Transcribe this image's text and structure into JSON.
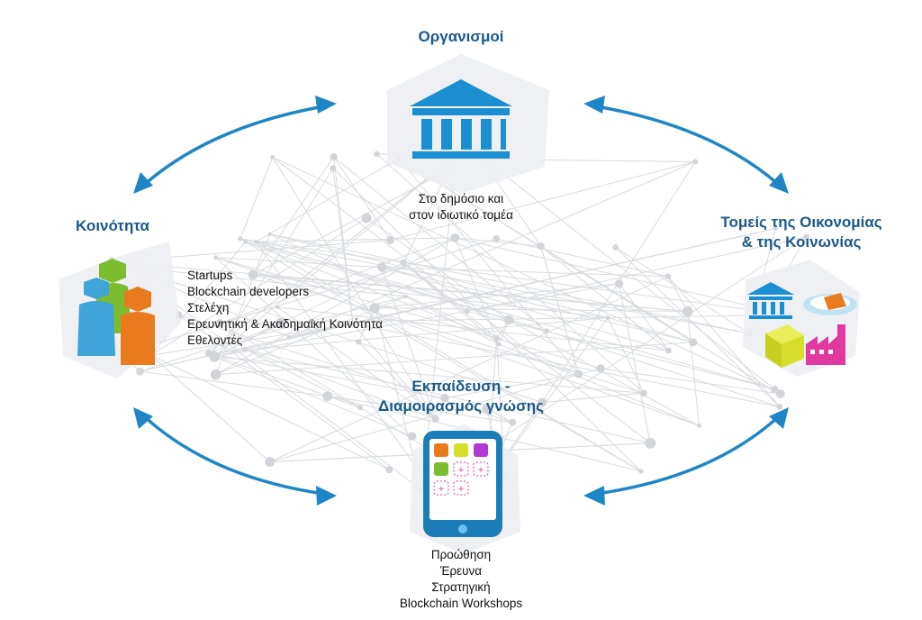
{
  "top": {
    "title": "Οργανισμοί",
    "subtitle_lines": [
      "Στο δημόσιο και",
      "στον ιδιωτικό τομέα"
    ],
    "icon": "bank-building-icon"
  },
  "left": {
    "title": "Κοινότητα",
    "items": [
      "Startups",
      "Blockchain developers",
      "Στελέχη",
      "Ερευνητική & Ακαδημαϊκή Κοινότητα",
      "Εθελοντές"
    ],
    "icon": "people-group-icon"
  },
  "right": {
    "title_lines": [
      "Τομείς της Οικονομίας",
      "& της Κοινωνίας"
    ],
    "icons": [
      "bank-icon",
      "food-plate-icon",
      "box-icon",
      "factory-icon"
    ]
  },
  "center": {
    "title_lines": [
      "Εκπαίδευση -",
      "Διαμοιρασμός γνώσης"
    ]
  },
  "bottom": {
    "items": [
      "Προώθηση",
      "Έρευνα",
      "Στρατηγική",
      "Blockchain Workshops"
    ],
    "icon": "tablet-apps-icon"
  },
  "colors": {
    "title": "#1a5a8a",
    "arrow": "#1f86c6",
    "bank": "#1b8fd1",
    "person_blue": "#3fa4d8",
    "person_green": "#7cbd2f",
    "person_orange": "#ea7a1e",
    "factory_pink": "#e03aa0",
    "box_yellow": "#d7de2a"
  }
}
